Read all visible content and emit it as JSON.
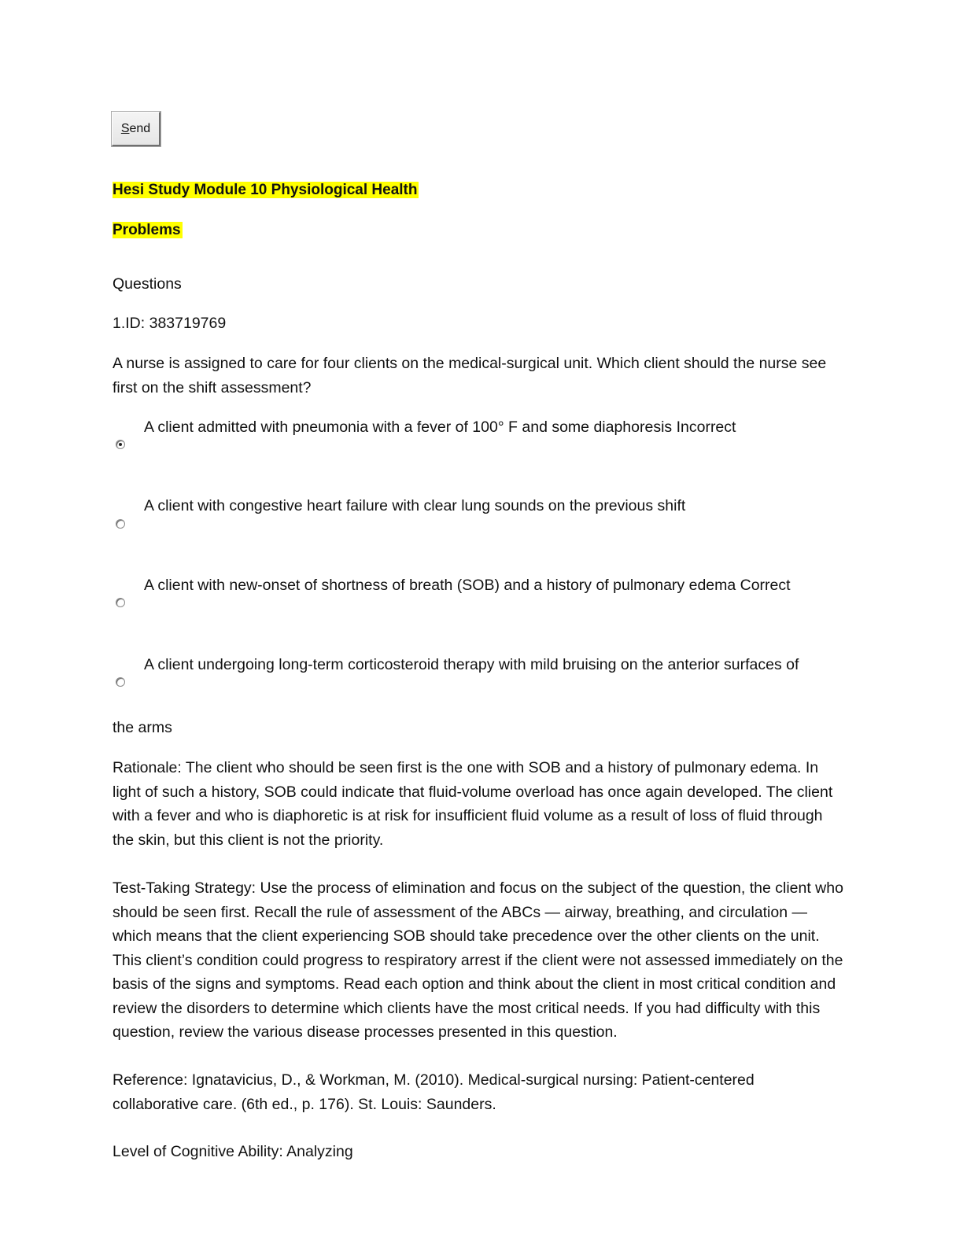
{
  "toolbar": {
    "send_accesskey": "S",
    "send_rest": "end"
  },
  "header": {
    "title_line1": "Hesi Study Module 10 Physiological Health",
    "title_line2": "Problems"
  },
  "section_label": "Questions",
  "question": {
    "id_label": "1.ID: 383719769",
    "stem": "A nurse is assigned to care for four clients on the medical-surgical unit. Which client should the nurse see first on the shift assessment?",
    "options": [
      {
        "label": "A client admitted with pneumonia with a fever of 100° F and some diaphoresis Incorrect",
        "selected": true
      },
      {
        "label": "A client with congestive heart failure with clear lung sounds on the previous shift",
        "selected": false
      },
      {
        "label": "A client with new-onset of shortness of breath (SOB) and a history of pulmonary edema Correct",
        "selected": false
      },
      {
        "label": "A client undergoing long-term corticosteroid therapy with mild bruising on the anterior surfaces of",
        "selected": false
      }
    ],
    "option4_continuation": "the arms"
  },
  "rationale": "Rationale: The client who should be seen first is the one with SOB and a history of pulmonary edema. In light of such a history, SOB could indicate that fluid-volume overload has once again developed. The client with a fever and who is diaphoretic is at risk for insufficient fluid volume as a result of loss of fluid through the skin, but this client is not the priority.",
  "strategy": "Test-Taking Strategy: Use the process of elimination and focus on the subject of the question, the client who should be seen first. Recall the rule of assessment of the ABCs — airway, breathing, and circulation — which means that the client experiencing SOB should take precedence over the other clients on the unit. This client’s condition could progress to respiratory arrest if the client were not assessed immediately on the basis of the signs and symptoms. Read each option and think about the client in most critical condition and review the disorders to determine which clients have the most critical needs. If you had difficulty with this question, review the various disease processes presented in this question.",
  "reference": "Reference: Ignatavicius, D., & Workman, M. (2010). Medical-surgical nursing: Patient-centered collaborative care. (6th ed., p. 176). St. Louis: Saunders.",
  "cognitive_level": "Level of Cognitive Ability: Analyzing"
}
